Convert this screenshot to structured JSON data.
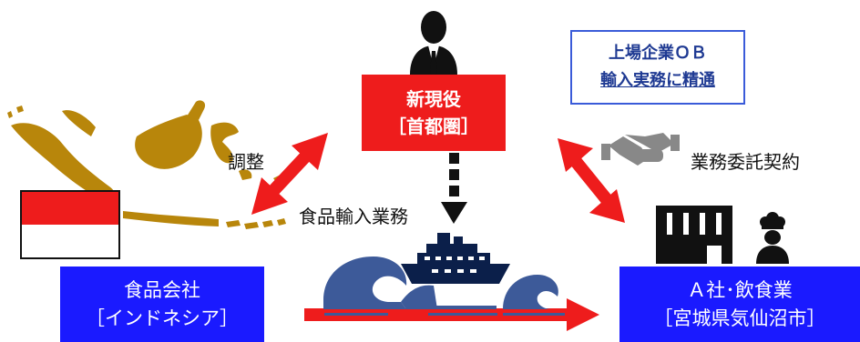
{
  "center_person": {
    "line1": "新現役",
    "line2": "［首都圏］"
  },
  "ob_box": {
    "line1": "上場企業ＯＢ",
    "line2": "輸入実務に精通"
  },
  "left_company": {
    "line1": "食品会社",
    "line2": "［インドネシア］"
  },
  "right_company": {
    "line1": "Ａ社･飲食業",
    "line2": "［宮城県気仙沼市］"
  },
  "labels": {
    "adjust": "調整",
    "import_work": "食品輸入業務",
    "contract": "業務委託契約"
  },
  "colors": {
    "red": "#ee1c1c",
    "blue": "#1a1aff",
    "map": "#b8860b",
    "wave": "#3d5a99"
  },
  "icons": [
    "indonesia-map",
    "indonesia-flag",
    "businessman-icon",
    "handshake-icon",
    "storefront-icon",
    "chef-icon",
    "ship-icon",
    "wave-icon"
  ]
}
